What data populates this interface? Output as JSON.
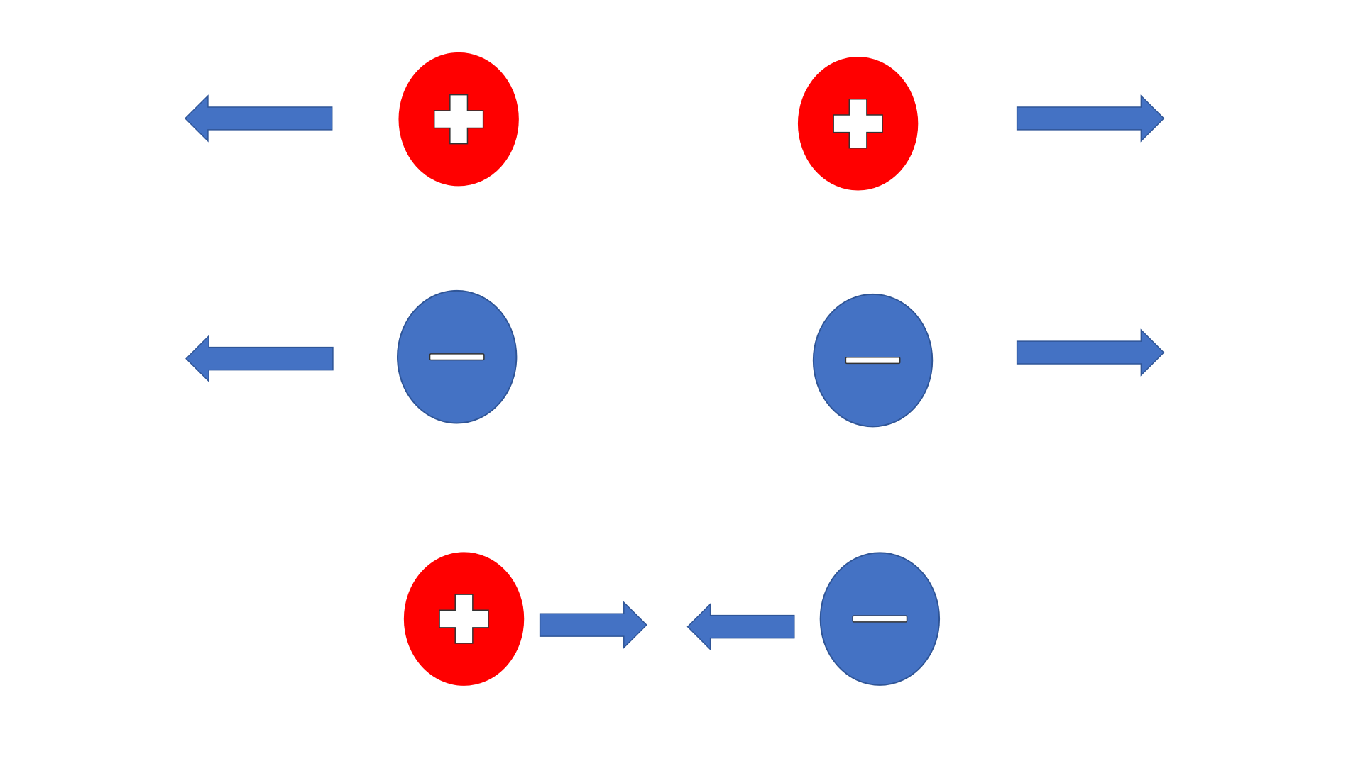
{
  "diagram": {
    "colors": {
      "positive_fill": "#FF0000",
      "negative_fill": "#4472C4",
      "negative_stroke": "#2F5597",
      "arrow_fill": "#4472C4",
      "arrow_stroke": "#2F5597",
      "sign_fill": "#FFFFFF",
      "sign_stroke": "#333333"
    },
    "charges": [
      {
        "id": "row1-left",
        "polarity": "positive",
        "icon": "plus-icon"
      },
      {
        "id": "row1-right",
        "polarity": "positive",
        "icon": "plus-icon"
      },
      {
        "id": "row2-left",
        "polarity": "negative",
        "icon": "minus-icon"
      },
      {
        "id": "row2-right",
        "polarity": "negative",
        "icon": "minus-icon"
      },
      {
        "id": "row3-left",
        "polarity": "positive",
        "icon": "plus-icon"
      },
      {
        "id": "row3-right",
        "polarity": "negative",
        "icon": "minus-icon"
      }
    ],
    "arrows": [
      {
        "id": "row1-left",
        "direction": "left",
        "icon": "arrow-left-icon"
      },
      {
        "id": "row1-right",
        "direction": "right",
        "icon": "arrow-right-icon"
      },
      {
        "id": "row2-left",
        "direction": "left",
        "icon": "arrow-left-icon"
      },
      {
        "id": "row2-right",
        "direction": "right",
        "icon": "arrow-right-icon"
      },
      {
        "id": "row3-left",
        "direction": "right",
        "icon": "arrow-right-icon"
      },
      {
        "id": "row3-right",
        "direction": "left",
        "icon": "arrow-left-icon"
      }
    ]
  }
}
